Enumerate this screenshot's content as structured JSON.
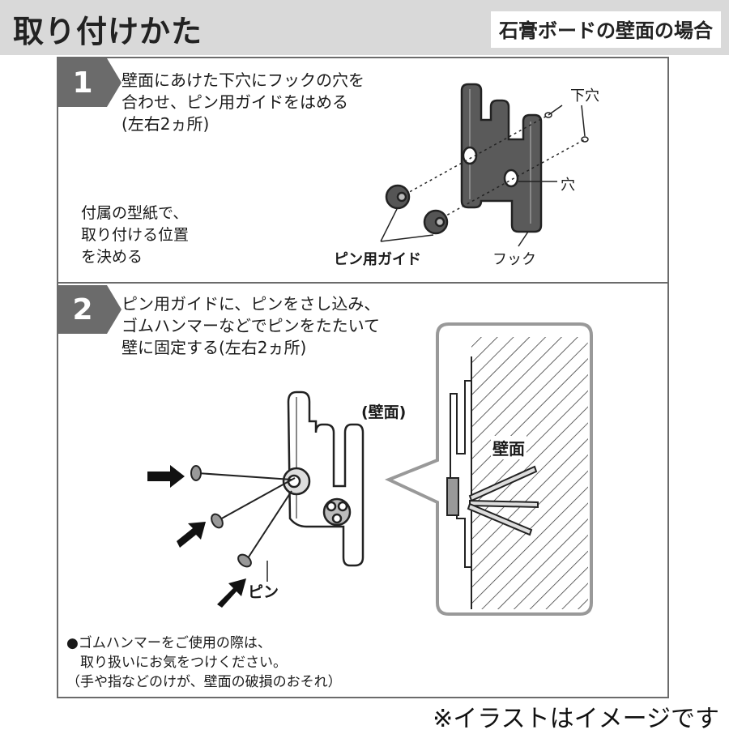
{
  "header": {
    "title": "取り付けかた",
    "subtitle": "石膏ボードの壁面の場合"
  },
  "step1": {
    "number": "1",
    "instruction": "壁面にあけた下穴にフックの穴を\n合わせ、ピン用ガイドをはめる\n(左右2ヵ所)",
    "side_note": "付属の型紙で、\n取り付ける位置\nを決める",
    "labels": {
      "pilot_hole": "下穴",
      "hole": "穴",
      "pin_guide": "ピン用ガイド",
      "hook": "フック"
    }
  },
  "step2": {
    "number": "2",
    "instruction": "ピン用ガイドに、ピンをさし込み、\nゴムハンマーなどでピンをたたいて\n壁に固定する(左右2ヵ所)",
    "labels": {
      "wall_paren": "(壁面)",
      "wall": "壁面",
      "pin": "ピン"
    },
    "note_lines": [
      "●ゴムハンマーをご使用の際は、",
      "　取り扱いにお気をつけください。",
      "（手や指などのけが、壁面の破損のおそれ）"
    ]
  },
  "footer": {
    "disclaimer": "※イラストはイメージです"
  }
}
